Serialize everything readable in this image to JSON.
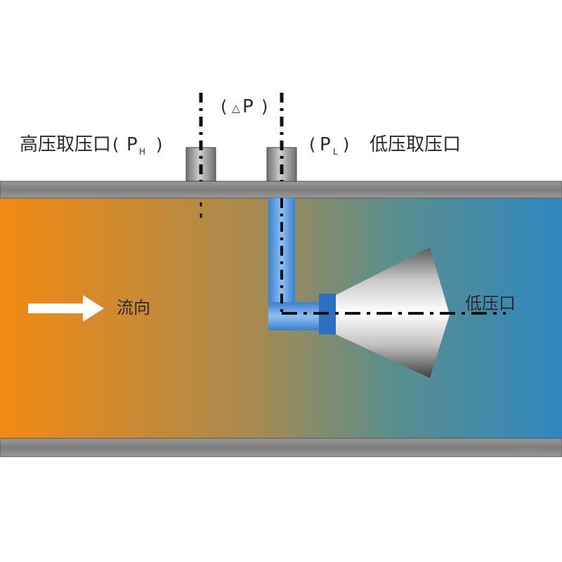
{
  "labels": {
    "delta_open": "(",
    "delta_symbol": "△",
    "delta_p": "P",
    "delta_close": ")",
    "high_port": "高压取压口",
    "high_open": "(",
    "high_p": "P",
    "high_sub": "H",
    "high_close": ")",
    "low_open": "(",
    "low_p": "P",
    "low_sub": "L",
    "low_close": ")",
    "low_port": "低压取压口",
    "flow_direction": "流向",
    "low_pressure_outlet": "低压口"
  },
  "colors": {
    "flow_start": "#f28a12",
    "flow_end": "#2f88c0",
    "pipe_wall": "#8a8a8a",
    "tube": "#4a8fd6",
    "arrow": "#ffffff",
    "text": "#2a2a2a",
    "dash_line": "#111111"
  }
}
